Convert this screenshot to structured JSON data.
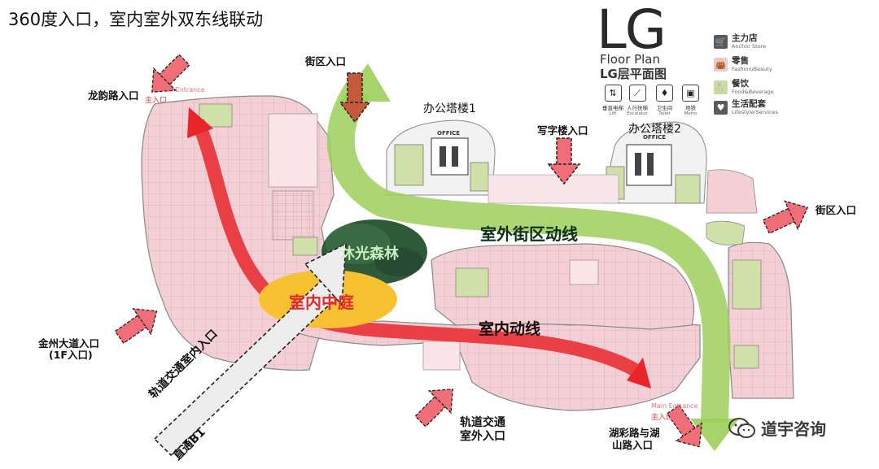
{
  "title": "360度入口，室内室外双东线联动",
  "logo": {
    "main": "LG",
    "sub1": "Floor Plan",
    "sub2": "LG层平面图"
  },
  "legend": [
    {
      "cn": "主力店",
      "en": "Anchor Store",
      "color": "#5a5a5a",
      "icon": "cart-icon"
    },
    {
      "cn": "零售",
      "en": "Fashion/Beauty",
      "color": "#f3c6cf",
      "icon": "bag-icon"
    },
    {
      "cn": "餐饮",
      "en": "Food&Beverage",
      "color": "#c8dca0",
      "icon": "cutlery-icon"
    },
    {
      "cn": "生活配套",
      "en": "Lifestyle/Services",
      "color": "#5a5a5a",
      "icon": "heart-icon"
    }
  ],
  "facilities": [
    {
      "cn": "垂直电梯",
      "en": "Lift",
      "icon": "lift-icon"
    },
    {
      "cn": "人行扶梯",
      "en": "Escalator",
      "icon": "escalator-icon"
    },
    {
      "cn": "卫生间",
      "en": "Toilet",
      "icon": "toilet-icon"
    },
    {
      "cn": "地铁",
      "en": "Metro",
      "icon": "metro-icon"
    }
  ],
  "entrances": {
    "street_top": "街区入口",
    "longyun": "龙韵路入口",
    "office_tower": "写字楼入口",
    "street_right": "街区入口",
    "jinzhou_1": "金州大道入口",
    "jinzhou_2": "(1F入口)",
    "metro_outdoor_1": "轨道交通",
    "metro_outdoor_2": "室外入口",
    "lake_1": "湖彩路与湖",
    "lake_2": "山路入口",
    "metro_indoor_1": "轨道交通室内入口",
    "metro_indoor_2": "直通B1"
  },
  "towers": {
    "tower1": "办公塔楼1",
    "tower2": "办公塔楼2",
    "office": "OFFICE"
  },
  "flows": {
    "outdoor": "室外街区动线",
    "indoor": "室内动线"
  },
  "zones": {
    "courtyard": "室内中庭",
    "forest": "沐光森林"
  },
  "main_entrance": {
    "en": "Main Entrance",
    "cn": "主入口"
  },
  "watermark": "道宇咨询",
  "colors": {
    "retail": "#f4cfd6",
    "fnb": "#cfe0a8",
    "outdoor_flow": "#9ccf5a",
    "indoor_flow": "#e8262a",
    "entrance_arrow": "#ef6e78",
    "courtyard": "#f7c132",
    "forest": "#2f5a3a"
  }
}
